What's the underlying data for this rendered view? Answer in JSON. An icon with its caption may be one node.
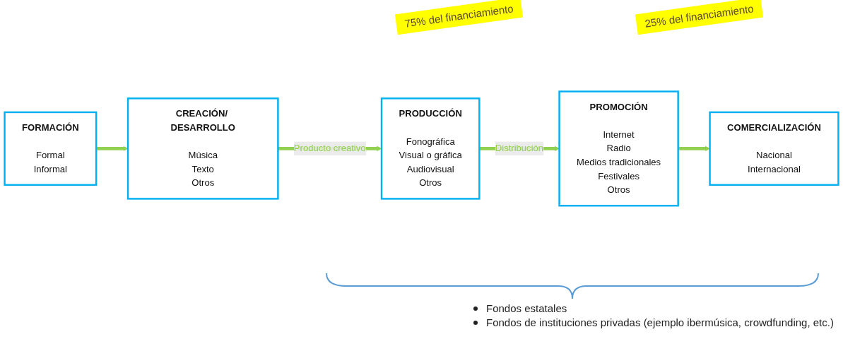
{
  "diagram": {
    "nodes": [
      {
        "text": [
          "FORMACIÓN",
          "Formal",
          "Informal"
        ]
      },
      {
        "text": [
          "CREACIÓN/ DESARROLLO",
          "Música",
          "Texto",
          "Otros"
        ]
      },
      {
        "text": [
          "PRODUCCIÓN",
          "Fonográfica",
          "Visual o gráfica",
          "Audiovisual",
          "Otros"
        ]
      },
      {
        "text": [
          "PROMOCIÓN",
          "Internet",
          "Radio",
          "Medios tradicionales",
          "Festivales",
          "Otros"
        ]
      },
      {
        "text": [
          "COMERCIALIZACIÓN",
          "Nacional",
          "Internacional"
        ]
      }
    ],
    "edges": [
      {
        "from": 0,
        "to": 1,
        "arrow": "to"
      },
      {
        "from": 1,
        "to": 2,
        "arrow": "to",
        "label": "Producto creativo"
      },
      {
        "from": 2,
        "to": 3,
        "arrow": "to",
        "label": "Distribución"
      },
      {
        "from": 3,
        "to": 4,
        "arrow": "to"
      }
    ],
    "labels": [
      "75% del financiamiento",
      "25% del financiamiento",
      "Fondos estatales",
      "Fondos de instituciones privadas (ejemplo ibermúsica, crowdfunding, etc.)"
    ]
  }
}
